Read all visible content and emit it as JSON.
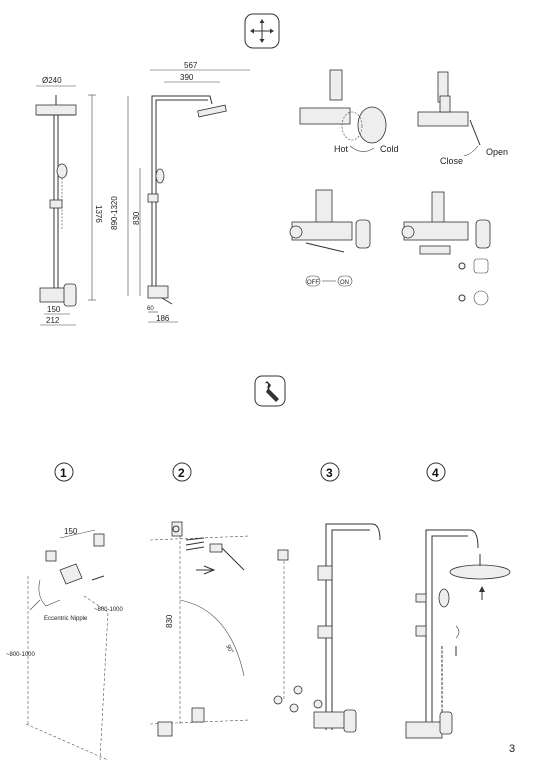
{
  "icons": {
    "dimensions_icon": "dimensions-icon",
    "installation_icon": "wrench-icon"
  },
  "dimensions": {
    "front": {
      "head_diameter": "Ø240",
      "total_height": "1376",
      "wall_spacing": "150",
      "base_width": "212"
    },
    "side": {
      "top_reach": "567",
      "arm_length": "390",
      "adjustable_height": "890-1320",
      "bar_height": "830",
      "base_depth_small": "60",
      "base_depth": "186"
    }
  },
  "operation": {
    "hot_label": "Hot",
    "cold_label": "Cold",
    "close_label": "Close",
    "open_label": "Open",
    "off_label": "OFF",
    "on_label": "ON"
  },
  "installation": {
    "steps": [
      "1",
      "2",
      "3",
      "4"
    ],
    "step1": {
      "spacing": "150",
      "height_right": "~800-1000",
      "height_left": "~800-1000",
      "nipple_label": "Eccentric Nipple"
    },
    "step2": {
      "height": "830",
      "angle": "90°"
    }
  },
  "page_number": "3"
}
